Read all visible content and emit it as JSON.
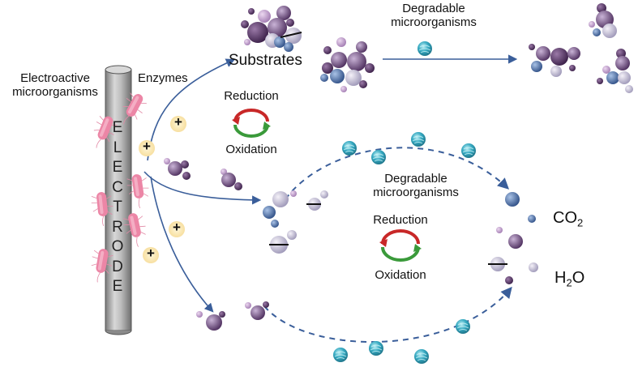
{
  "labels": {
    "electroactive": "Electroactive",
    "microorganisms": "microorganisms",
    "enzymes": "Enzymes",
    "substrates": "Substrates",
    "degradable_top_1": "Degradable",
    "degradable_top_2": "microorganisms",
    "degradable_mid_1": "Degradable",
    "degradable_mid_2": "microorganisms",
    "reduction_1": "Reduction",
    "oxidation_1": "Oxidation",
    "reduction_2": "Reduction",
    "oxidation_2": "Oxidation",
    "electrode_letters": [
      "E",
      "L",
      "E",
      "C",
      "T",
      "R",
      "O",
      "D",
      "E"
    ],
    "co2_main": "CO",
    "co2_sub": "2",
    "h2o_h": "H",
    "h2o_sub": "2",
    "h2o_o": "O",
    "plus_sign": "+",
    "minus_sign": "−"
  },
  "colors": {
    "arrow_blue": "#3a5e9a",
    "electrode_gray": "#a8a8a8",
    "bacteria_pink": "#e8789a",
    "enzyme_teal": "#2aa0b8",
    "molecule_purple": "#6e4e7e",
    "molecule_blue": "#4a6ea8",
    "cycle_red": "#c82828",
    "cycle_green": "#3a9a3a",
    "charge_glow": "#fbe7b0"
  }
}
